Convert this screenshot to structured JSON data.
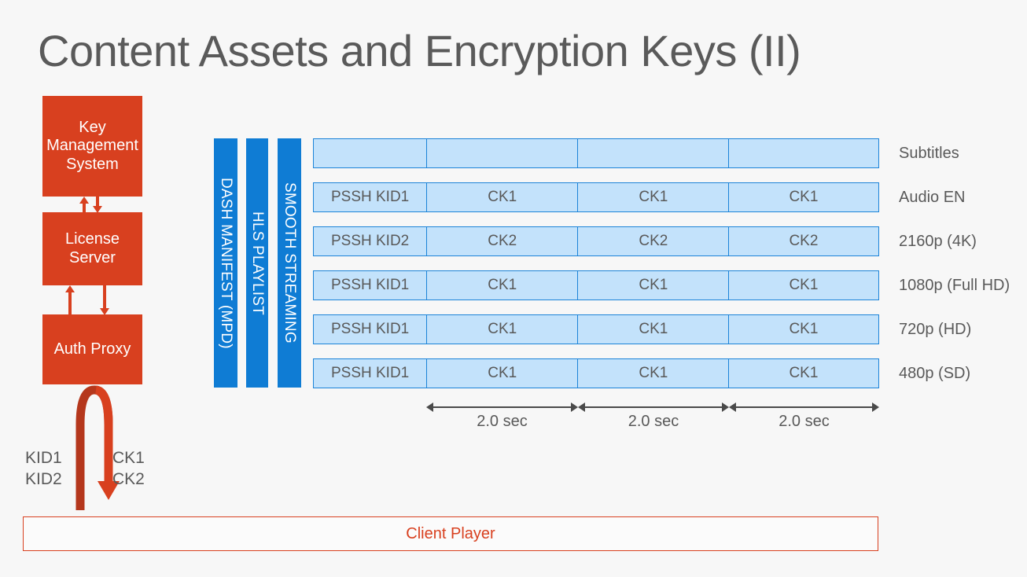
{
  "title": "Content Assets and Encryption Keys (II)",
  "colors": {
    "red": "#d8401f",
    "blue_bar": "#0f7cd4",
    "cell_fill": "#c3e2fb",
    "cell_border": "#1b83d8",
    "text_gray": "#595959",
    "background": "#f7f7f7"
  },
  "key_stack": {
    "boxes": [
      {
        "id": "key-management-system",
        "label": "Key Management System"
      },
      {
        "id": "license-server",
        "label": "License Server"
      },
      {
        "id": "auth-proxy",
        "label": "Auth Proxy"
      }
    ],
    "loop_labels": {
      "left": "KID1\nKID2",
      "left_line1": "KID1",
      "left_line2": "KID2",
      "right_line1": "CK1",
      "right_line2": "CK2"
    }
  },
  "client_player": {
    "label": "Client Player"
  },
  "manifests": [
    {
      "id": "dash-manifest",
      "label": "DASH MANIFEST (MPD)"
    },
    {
      "id": "hls-playlist",
      "label": "HLS PLAYLIST"
    },
    {
      "id": "smooth-streaming",
      "label": "SMOOTH STREAMING"
    }
  ],
  "asset_grid": {
    "rows": [
      {
        "track": "Subtitles",
        "cells": [
          "",
          "",
          "",
          ""
        ]
      },
      {
        "track": "Audio EN",
        "cells": [
          "PSSH KID1",
          "CK1",
          "CK1",
          "CK1"
        ]
      },
      {
        "track": "2160p (4K)",
        "cells": [
          "PSSH KID2",
          "CK2",
          "CK2",
          "CK2"
        ]
      },
      {
        "track": "1080p (Full HD)",
        "cells": [
          "PSSH KID1",
          "CK1",
          "CK1",
          "CK1"
        ]
      },
      {
        "track": "720p (HD)",
        "cells": [
          "PSSH KID1",
          "CK1",
          "CK1",
          "CK1"
        ]
      },
      {
        "track": "480p (SD)",
        "cells": [
          "PSSH KID1",
          "CK1",
          "CK1",
          "CK1"
        ]
      }
    ]
  },
  "durations": [
    {
      "label": "2.0 sec"
    },
    {
      "label": "2.0 sec"
    },
    {
      "label": "2.0 sec"
    }
  ]
}
